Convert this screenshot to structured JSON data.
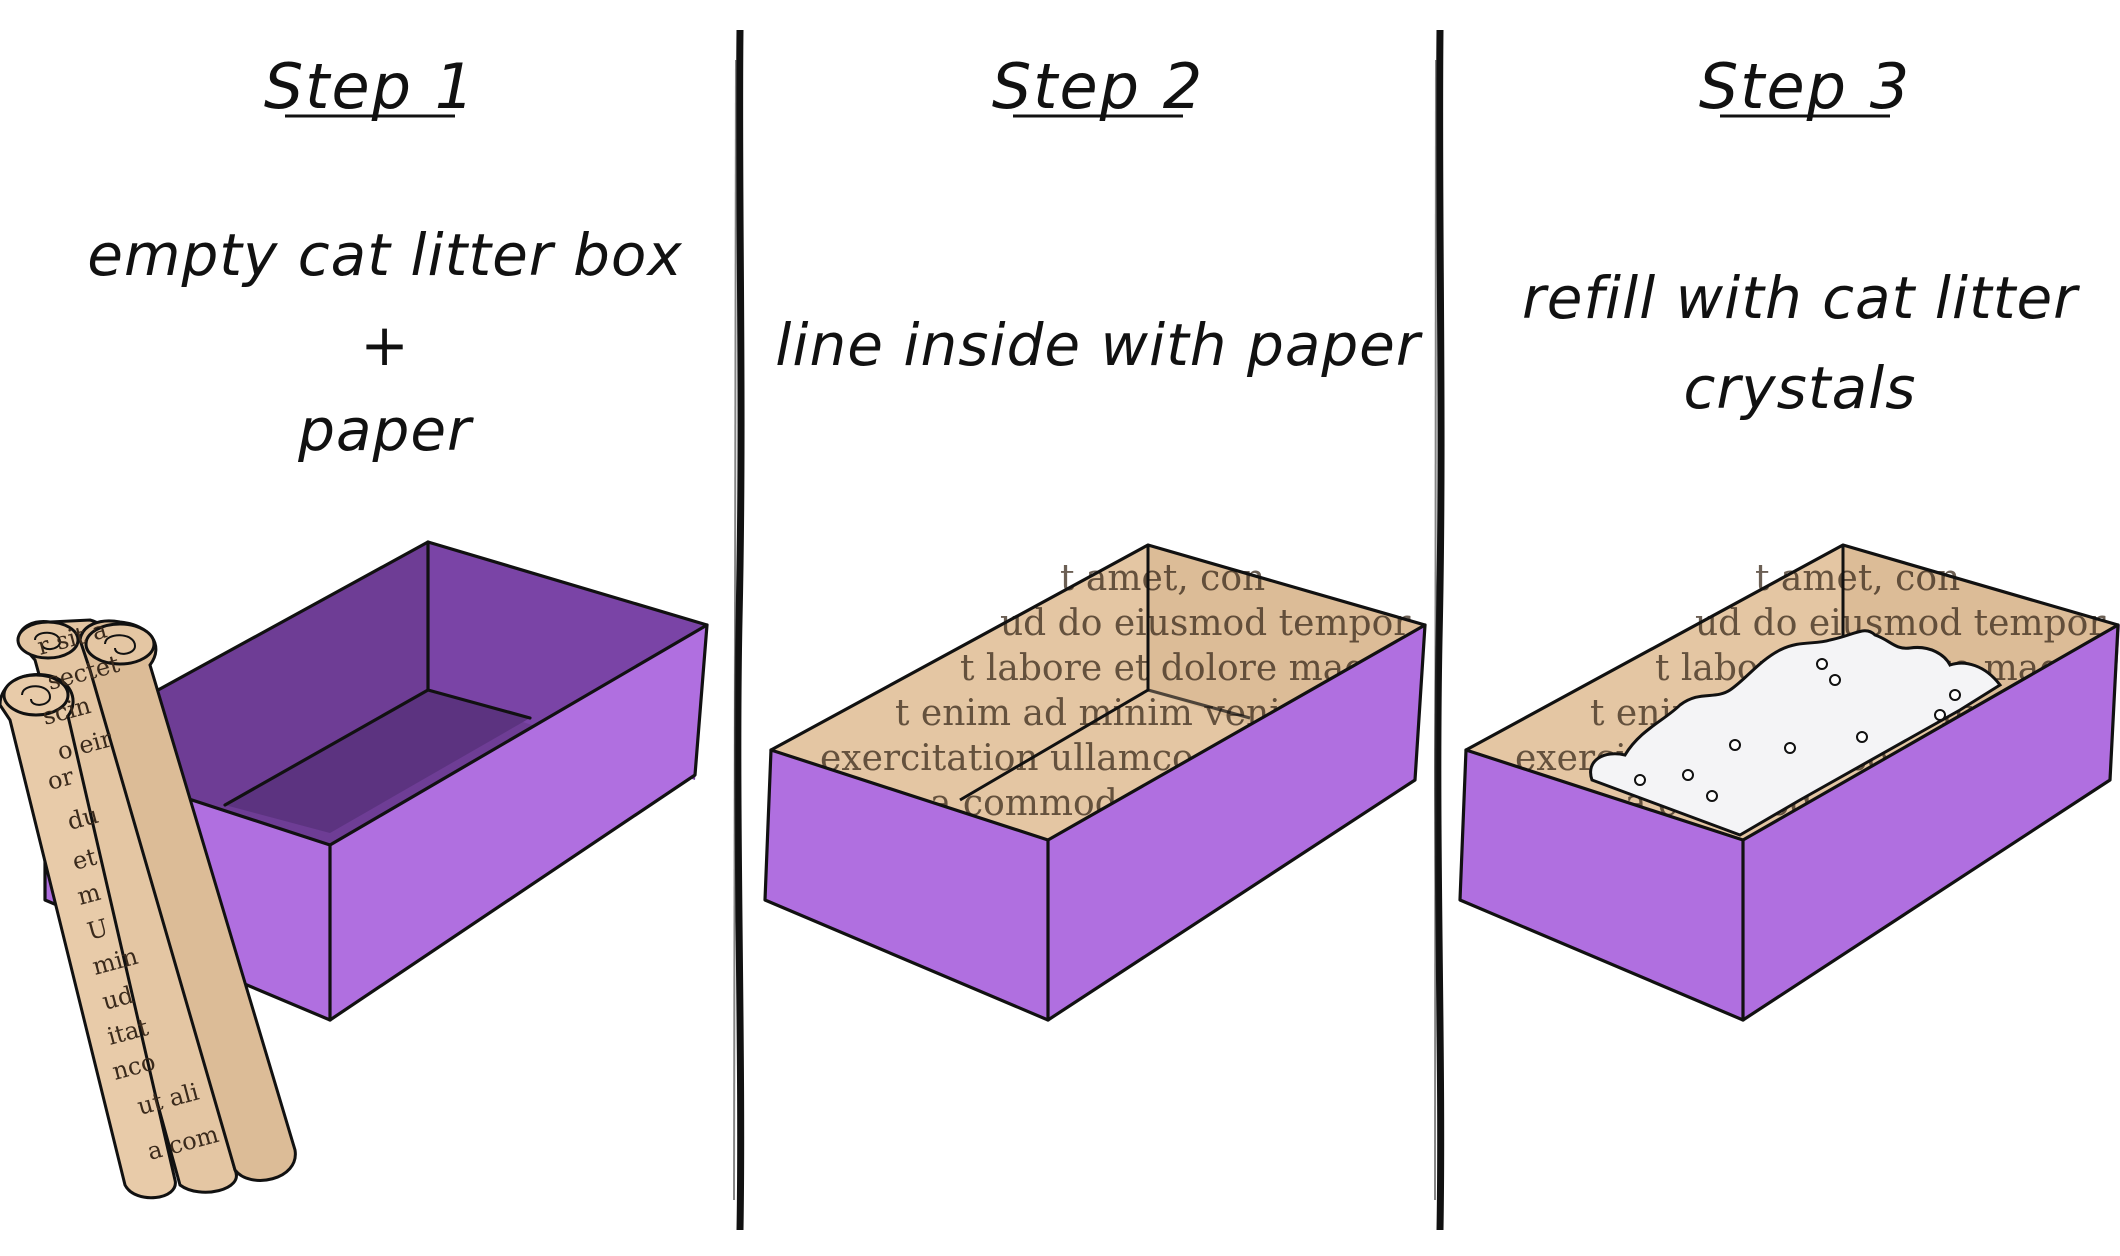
{
  "colors": {
    "box_front": "#b06fe0",
    "box_inside_dark": "#6e3d95",
    "box_inside_floor": "#5c3380",
    "paper": "#e4c6a3",
    "paper_dark": "#d9b78f",
    "crystals": "#f4f4f6",
    "divider": "#111111"
  },
  "steps": [
    {
      "title": "Step 1",
      "caption_lines": [
        "empty cat litter box",
        "+",
        "paper"
      ]
    },
    {
      "title": "Step 2",
      "caption_lines": [
        "line inside with paper"
      ]
    },
    {
      "title": "Step 3",
      "caption_lines": [
        "refill with cat litter",
        "crystals"
      ]
    }
  ],
  "paper_text_lines": [
    "t amet, con",
    "ud do eiusmod tempor",
    "t labore et dolore magna",
    "t enim ad minim veniam",
    "exercitation ullamco",
    "a commodo"
  ],
  "scroll_text_lines": [
    "r sit a",
    "sectet",
    "scin",
    "o eir",
    "or",
    "du",
    "et",
    "m",
    "U",
    "min",
    "ud",
    "itat",
    "nco",
    "ut ali",
    "a com"
  ],
  "icons": {
    "scrolls": "rolled-paper-icon",
    "box": "litter-box-icon",
    "crystals": "litter-crystals-icon"
  }
}
